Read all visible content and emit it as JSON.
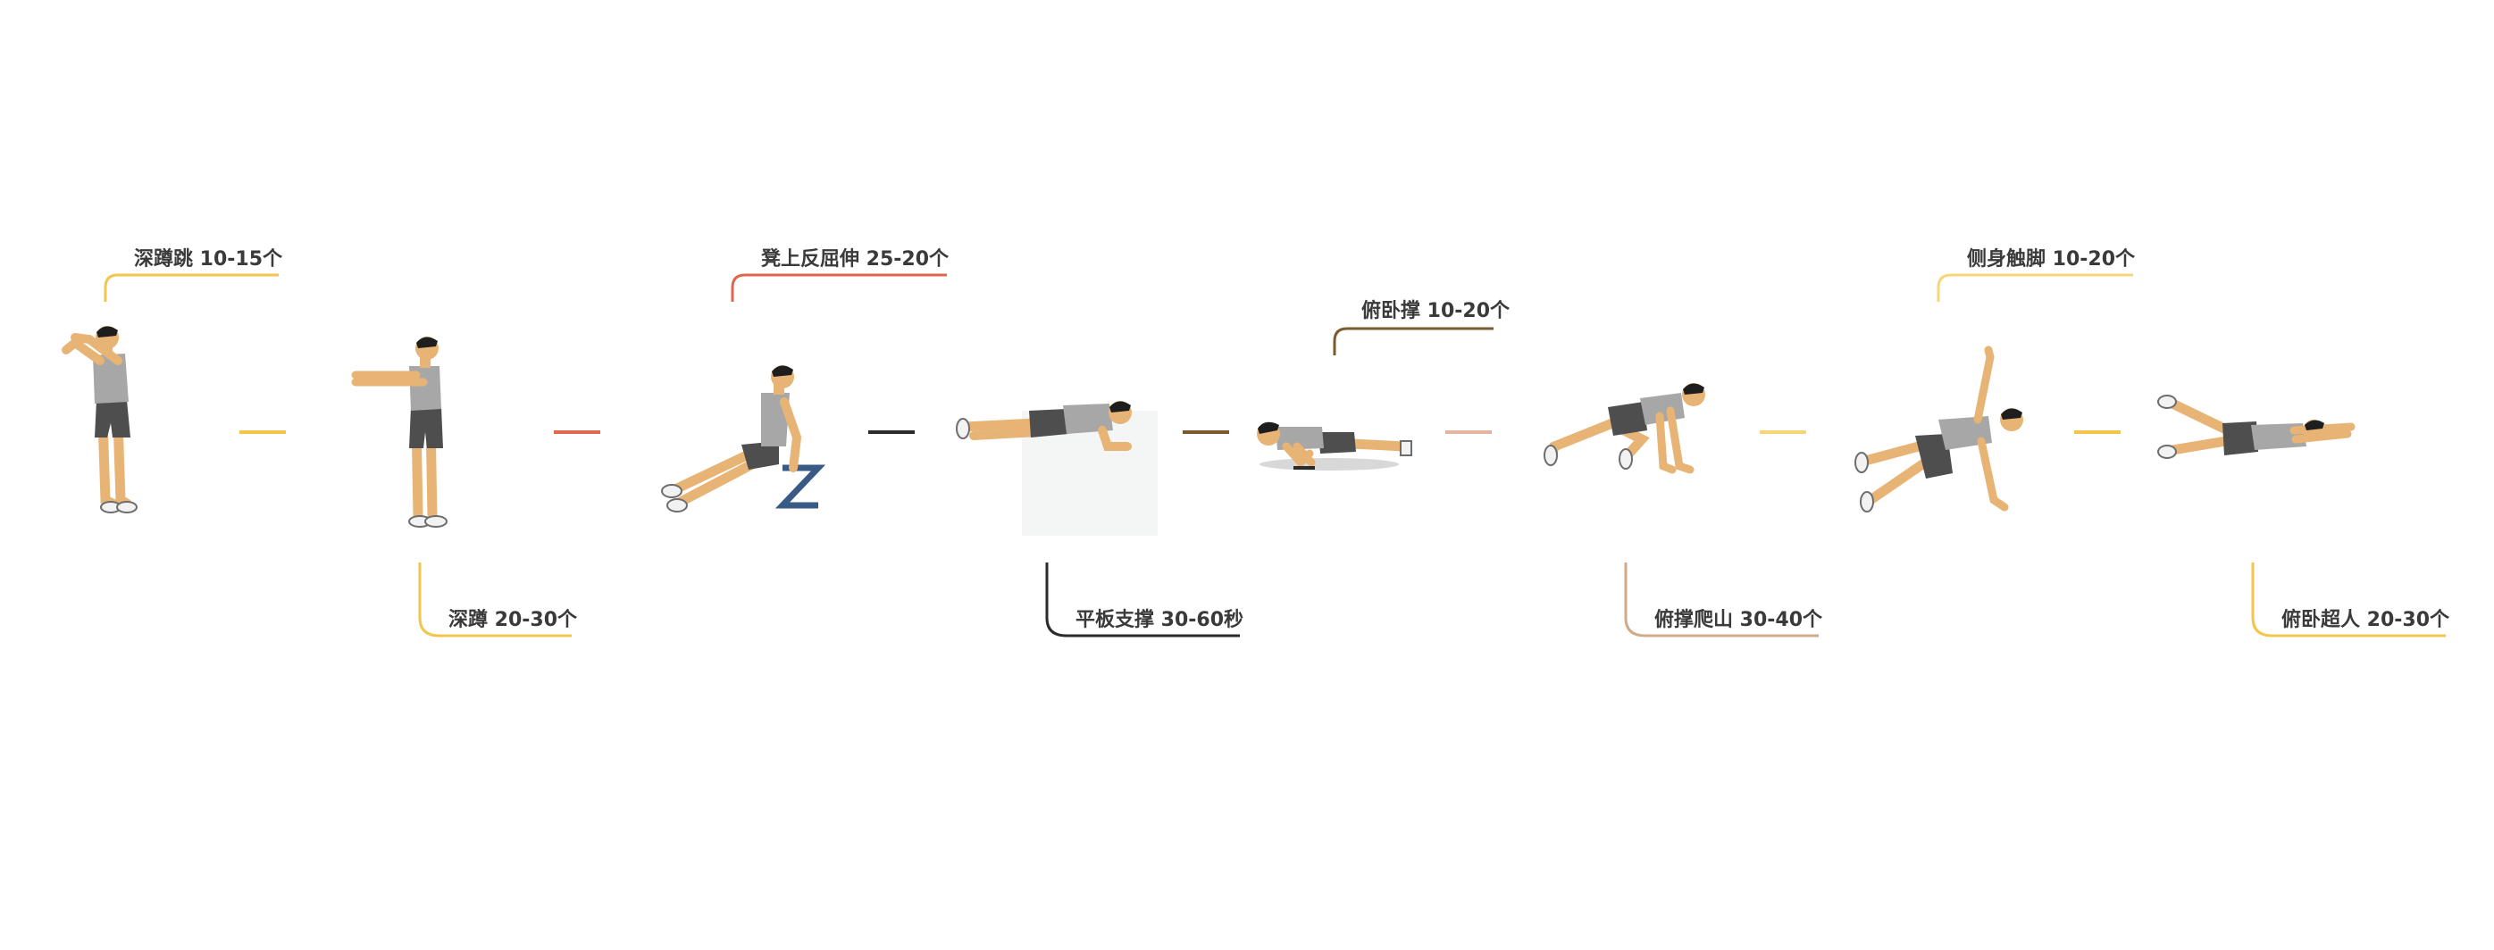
{
  "colors": {
    "accent_yellow": "#f3c64b",
    "accent_red": "#e0664e",
    "line_dark": "#2b2b2b",
    "line_brown": "#7a5a2c",
    "line_pink": "#e3b49f",
    "line_light_yellow": "#f6d778",
    "line_tan": "#cfab8a",
    "skin": "#e8b475",
    "shirt": "#a7a7a7",
    "shorts": "#4e4e4e",
    "hair": "#1e1e1e",
    "bench": "#3a5a86",
    "mat": "#f4f6f5"
  },
  "exercises": [
    {
      "label": "深蹲跳 10-15个",
      "icon": "jump-squat-figure-icon"
    },
    {
      "label": "深蹲 20-30个",
      "icon": "squat-figure-icon"
    },
    {
      "label": "凳上反屈伸 25-20个",
      "icon": "bench-dip-figure-icon"
    },
    {
      "label": "平板支撑 30-60秒",
      "icon": "plank-figure-icon"
    },
    {
      "label": "俯卧撑 10-20个",
      "icon": "push-up-figure-icon"
    },
    {
      "label": "俯撑爬山 30-40个",
      "icon": "mountain-climber-figure-icon"
    },
    {
      "label": "侧身触脚 10-20个",
      "icon": "side-toe-touch-figure-icon"
    },
    {
      "label": "俯卧超人 20-30个",
      "icon": "superman-figure-icon"
    }
  ]
}
